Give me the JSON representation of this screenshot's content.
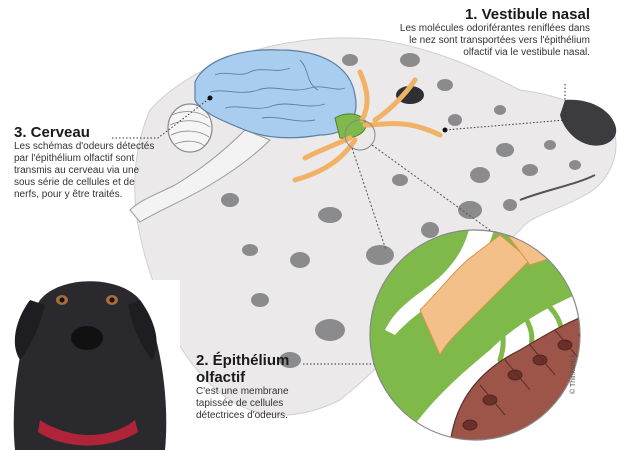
{
  "labels": {
    "vestibule": {
      "title": "1. Vestibule nasal",
      "text": "Les molécules odoriférantes reniflées dans le nez sont transportées vers l'épithélium olfactif via le vestibule nasal."
    },
    "cerveau": {
      "title": "3. Cerveau",
      "text": "Les schémas d'odeurs détectés par l'épithélium olfactif sont transmis au cerveau via une sous série de cellules et de nerfs, pour y être traités."
    },
    "epithelium": {
      "title": "2. Épithélium olfactif",
      "text": "C'est une membrane tapissée de cellules détectrices d'odeurs."
    }
  },
  "credit": "© Thinkstock",
  "colors": {
    "brain": "#a9cdee",
    "nerve": "#f2b266",
    "epithelium": "#7fb94a",
    "cells": "#9c5548",
    "dog_fur": "#e8e6e6",
    "spots": "#6c6c70"
  }
}
